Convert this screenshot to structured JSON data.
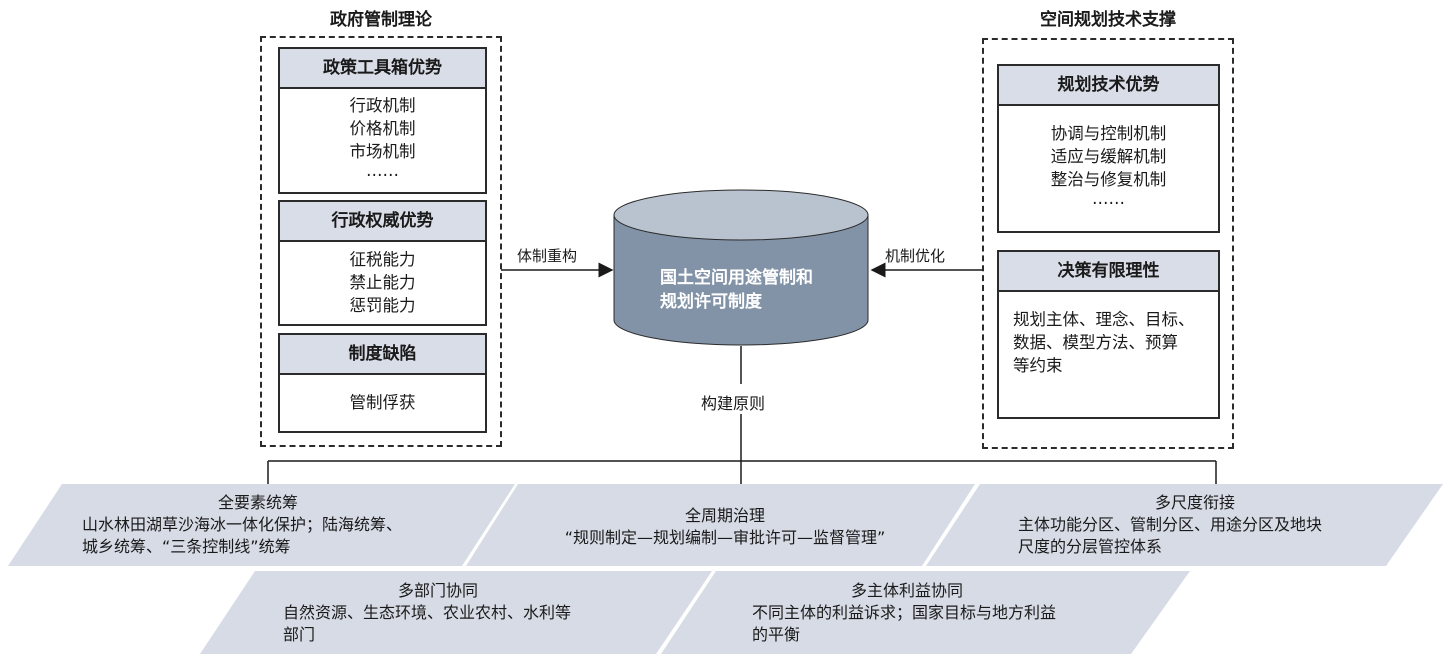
{
  "left_panel": {
    "title": "政府管制理论",
    "boxes": [
      {
        "header": "政策工具箱优势",
        "lines": [
          "行政机制",
          "价格机制",
          "市场机制",
          "……"
        ]
      },
      {
        "header": "行政权威优势",
        "lines": [
          "征税能力",
          "禁止能力",
          "惩罚能力"
        ]
      },
      {
        "header": "制度缺陷",
        "lines": [
          "管制俘获"
        ]
      }
    ]
  },
  "right_panel": {
    "title": "空间规划技术支撑",
    "boxes": [
      {
        "header": "规划技术优势",
        "lines": [
          "协调与控制机制",
          "适应与缓解机制",
          "整治与修复机制",
          "……"
        ]
      },
      {
        "header": "决策有限理性",
        "lines": [
          "规划主体、理念、目标、",
          "数据、模型方法、预算",
          "等约束"
        ]
      }
    ]
  },
  "center": {
    "lines": [
      "国土空间用途管制和",
      "规划许可制度"
    ],
    "fill": "#8293a8",
    "top_fill": "#b9c2cf"
  },
  "arrows": {
    "left_label": "体制重构",
    "right_label": "机制优化",
    "bottom_label": "构建原则"
  },
  "principles": {
    "fill": "#d6dbe5",
    "items": [
      {
        "title": "全要素统筹",
        "lines": [
          "山水林田湖草沙海冰一体化保护；陆海统筹、",
          "城乡统筹、“三条控制线”统筹"
        ]
      },
      {
        "title": "全周期治理",
        "lines": [
          "“规则制定—规划编制—审批许可—监督管理”"
        ]
      },
      {
        "title": "多尺度衔接",
        "lines": [
          "主体功能分区、管制分区、用途分区及地块",
          "尺度的分层管控体系"
        ]
      },
      {
        "title": "多部门协同",
        "lines": [
          "自然资源、生态环境、农业农村、水利等",
          "部门"
        ]
      },
      {
        "title": "多主体利益协同",
        "lines": [
          "不同主体的利益诉求；国家目标与地方利益",
          "的平衡"
        ]
      }
    ]
  }
}
